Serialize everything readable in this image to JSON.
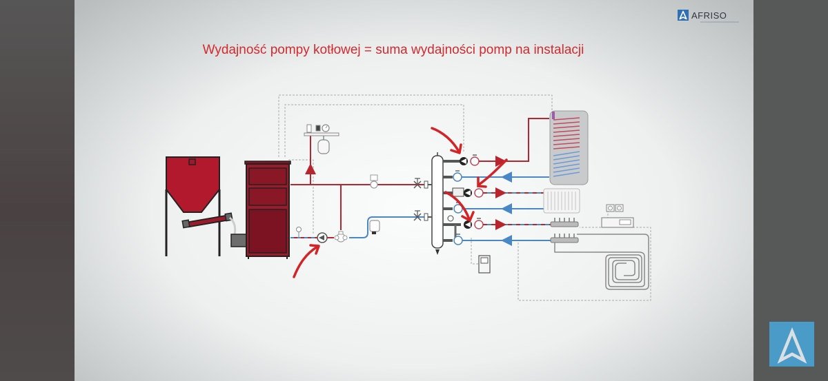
{
  "slide": {
    "title": "Wydajność pompy kotłowej = suma wydajności pomp na instalacji",
    "logo": {
      "text": "AFRISO",
      "icon": "afriso-triangle-logo-icon"
    },
    "corner_badge": {
      "icon": "navigation-arrow-icon"
    }
  },
  "colors": {
    "title_red": "#d42a2e",
    "supply_red": "#b8252e",
    "return_blue": "#4a87c6",
    "boiler_red": "#9b1b2b",
    "annotation_red": "#d42327",
    "logo_blue": "#2f6fb5",
    "badge_blue": "#4b9bc9"
  },
  "diagram": {
    "components": [
      "pellet-hopper",
      "screw-feeder",
      "boiler",
      "safety-group",
      "expansion-vessel",
      "boiler-pump",
      "mixing-valve",
      "dirt-separator",
      "hydraulic-separator",
      "circuit-pump-dhw",
      "circuit-pump-radiators",
      "circuit-pump-floor-heating",
      "hot-water-cylinder",
      "radiator",
      "floor-manifold",
      "underfloor-heating-loop",
      "room-thermostats",
      "controller"
    ],
    "annotations": [
      {
        "points_to": "boiler-pump"
      },
      {
        "points_to": "circuit-pump-dhw"
      },
      {
        "points_to": "circuit-pump-radiators"
      },
      {
        "points_to": "circuit-pump-floor-heating"
      }
    ]
  }
}
